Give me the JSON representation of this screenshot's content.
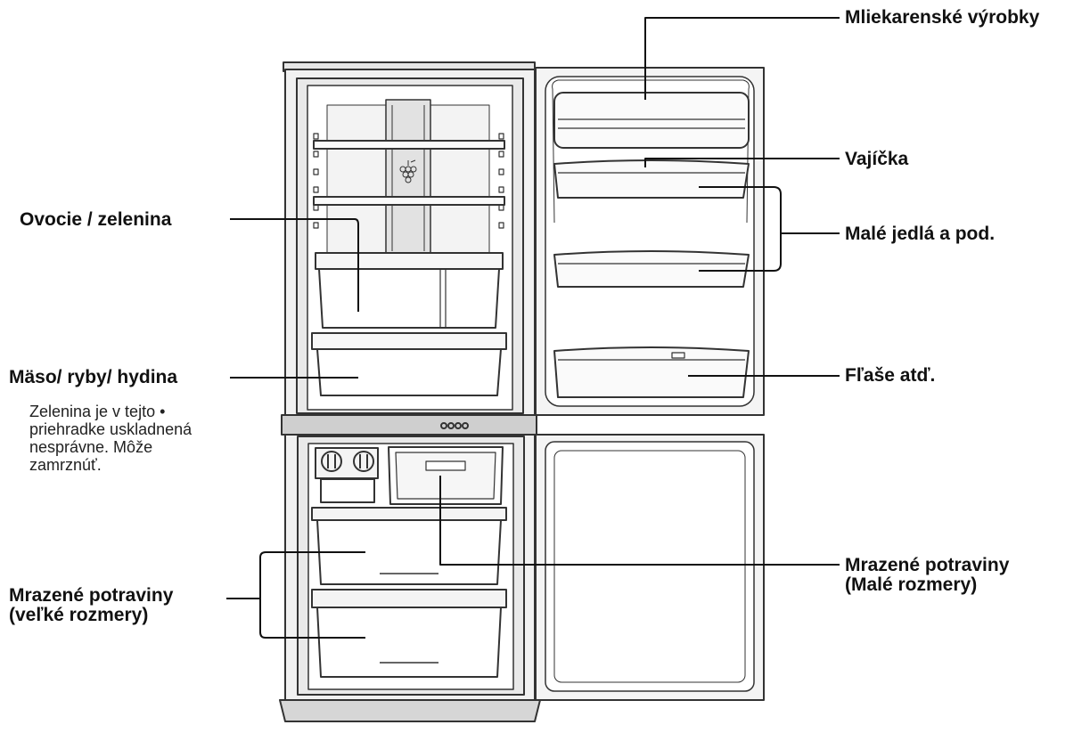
{
  "labels": {
    "dairy": "Mliekarenské výrobky",
    "eggs": "Vajíčka",
    "small_dishes": "Malé jedlá a pod.",
    "bottles": "Fľaše atď.",
    "fruit_veg": "Ovocie / zelenina",
    "meat_fish": "Mäso/ ryby/ hydina",
    "frozen_large_line1": "Mrazené potraviny",
    "frozen_large_line2": "(veľké rozmery)",
    "frozen_small_line1": "Mrazené potraviny",
    "frozen_small_line2": "(Malé rozmery)"
  },
  "note": {
    "line1": "Zelenina je v tejto •",
    "line2": "priehradke uskladnená",
    "line3": "nesprávne. Môže",
    "line4": "zamrznúť."
  }
}
